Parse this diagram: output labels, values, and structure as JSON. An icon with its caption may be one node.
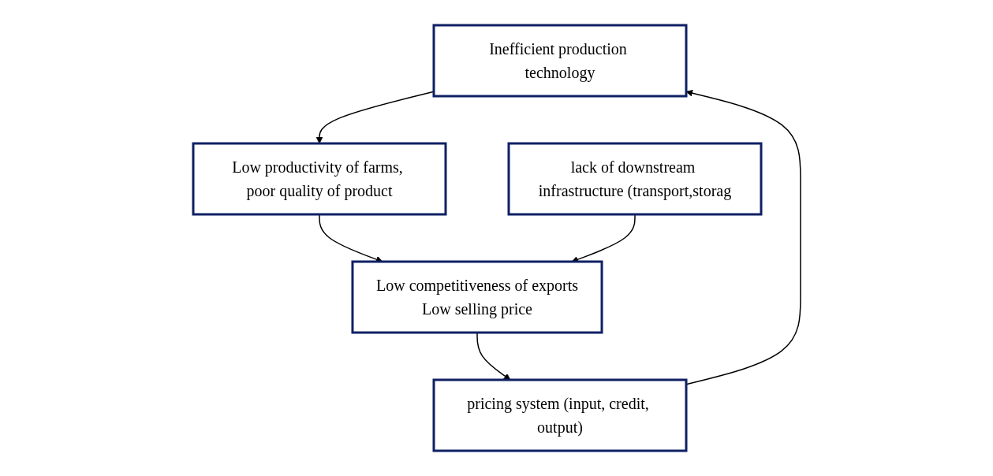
{
  "diagram": {
    "nodes": [
      {
        "text": [
          "Inefficient production technology"
        ]
      },
      {
        "text": [
          "Low productivity of farms, poor quality of product"
        ]
      },
      {
        "text": [
          "lack of downstream infrastructure (transport,storag"
        ]
      },
      {
        "text": [
          "pricing system (input, credit, output)"
        ]
      },
      {
        "text": [
          "Low competitiveness of exports",
          "Low selling price"
        ]
      }
    ],
    "edges": [
      {
        "from": 0,
        "to": 1,
        "arrow": "to"
      },
      {
        "from": 1,
        "to": 4,
        "arrow": "to"
      },
      {
        "from": 2,
        "to": 4,
        "arrow": "to"
      },
      {
        "from": 4,
        "to": 3,
        "arrow": "to"
      },
      {
        "from": 3,
        "to": 0,
        "arrow": "to"
      }
    ]
  }
}
